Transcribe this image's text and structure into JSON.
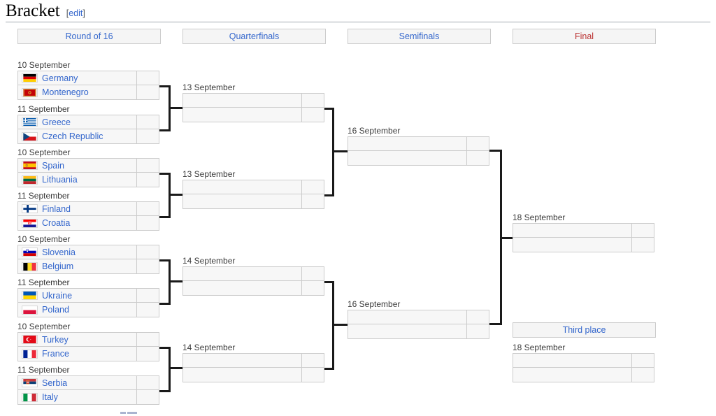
{
  "page": {
    "section_title": "Bracket",
    "edit_open": "[",
    "edit_label": "edit",
    "edit_close": "]"
  },
  "colors": {
    "link": "#3366cc",
    "redlink": "#bb3333",
    "box_border": "#cccccc",
    "box_fill": "#f7f7f7",
    "header_fill": "#f5f5f5",
    "connector": "#1a1a1a",
    "date_text": "#3a3a3a"
  },
  "rounds": [
    {
      "label": "Round of 16",
      "style": "link"
    },
    {
      "label": "Quarterfinals",
      "style": "link"
    },
    {
      "label": "Semifinals",
      "style": "link"
    },
    {
      "label": "Final",
      "style": "redlink"
    },
    {
      "label": "Third place",
      "style": "link"
    }
  ],
  "round_of_16": [
    {
      "date": "10 September",
      "teams": [
        {
          "name": "Germany",
          "flag": "flag-germany",
          "score": ""
        },
        {
          "name": "Montenegro",
          "flag": "flag-montenegro",
          "score": ""
        }
      ]
    },
    {
      "date": "11 September",
      "teams": [
        {
          "name": "Greece",
          "flag": "flag-greece",
          "score": ""
        },
        {
          "name": "Czech Republic",
          "flag": "flag-czech-republic",
          "score": ""
        }
      ]
    },
    {
      "date": "10 September",
      "teams": [
        {
          "name": "Spain",
          "flag": "flag-spain",
          "score": ""
        },
        {
          "name": "Lithuania",
          "flag": "flag-lithuania",
          "score": ""
        }
      ]
    },
    {
      "date": "11 September",
      "teams": [
        {
          "name": "Finland",
          "flag": "flag-finland",
          "score": ""
        },
        {
          "name": "Croatia",
          "flag": "flag-croatia",
          "score": ""
        }
      ]
    },
    {
      "date": "10 September",
      "teams": [
        {
          "name": "Slovenia",
          "flag": "flag-slovenia",
          "score": ""
        },
        {
          "name": "Belgium",
          "flag": "flag-belgium",
          "score": ""
        }
      ]
    },
    {
      "date": "11 September",
      "teams": [
        {
          "name": "Ukraine",
          "flag": "flag-ukraine",
          "score": ""
        },
        {
          "name": "Poland",
          "flag": "flag-poland",
          "score": ""
        }
      ]
    },
    {
      "date": "10 September",
      "teams": [
        {
          "name": "Turkey",
          "flag": "flag-turkey",
          "score": ""
        },
        {
          "name": "France",
          "flag": "flag-france",
          "score": ""
        }
      ]
    },
    {
      "date": "11 September",
      "teams": [
        {
          "name": "Serbia",
          "flag": "flag-serbia",
          "score": ""
        },
        {
          "name": "Italy",
          "flag": "flag-italy",
          "score": ""
        }
      ]
    }
  ],
  "quarterfinals": [
    {
      "date": "13 September",
      "teams": [
        {
          "name": "",
          "score": ""
        },
        {
          "name": "",
          "score": ""
        }
      ]
    },
    {
      "date": "13 September",
      "teams": [
        {
          "name": "",
          "score": ""
        },
        {
          "name": "",
          "score": ""
        }
      ]
    },
    {
      "date": "14 September",
      "teams": [
        {
          "name": "",
          "score": ""
        },
        {
          "name": "",
          "score": ""
        }
      ]
    },
    {
      "date": "14 September",
      "teams": [
        {
          "name": "",
          "score": ""
        },
        {
          "name": "",
          "score": ""
        }
      ]
    }
  ],
  "semifinals": [
    {
      "date": "16 September",
      "teams": [
        {
          "name": "",
          "score": ""
        },
        {
          "name": "",
          "score": ""
        }
      ]
    },
    {
      "date": "16 September",
      "teams": [
        {
          "name": "",
          "score": ""
        },
        {
          "name": "",
          "score": ""
        }
      ]
    }
  ],
  "final": [
    {
      "date": "18 September",
      "teams": [
        {
          "name": "",
          "score": ""
        },
        {
          "name": "",
          "score": ""
        }
      ]
    }
  ],
  "third_place": [
    {
      "date": "18 September",
      "teams": [
        {
          "name": "",
          "score": ""
        },
        {
          "name": "",
          "score": ""
        }
      ]
    }
  ]
}
